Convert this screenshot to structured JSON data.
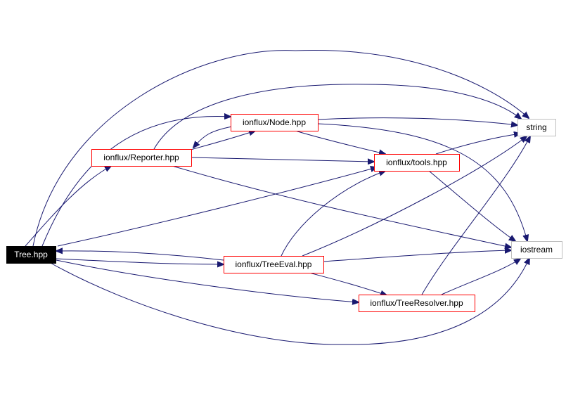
{
  "graph": {
    "nodes": [
      {
        "id": "tree",
        "label": "Tree.hpp",
        "style": "root"
      },
      {
        "id": "node",
        "label": "ionflux/Node.hpp",
        "style": "file"
      },
      {
        "id": "reporter",
        "label": "ionflux/Reporter.hpp",
        "style": "file"
      },
      {
        "id": "tools",
        "label": "ionflux/tools.hpp",
        "style": "file"
      },
      {
        "id": "string",
        "label": "string",
        "style": "system"
      },
      {
        "id": "iostream",
        "label": "iostream",
        "style": "system"
      },
      {
        "id": "treeeval",
        "label": "ionflux/TreeEval.hpp",
        "style": "file"
      },
      {
        "id": "treeresolver",
        "label": "ionflux/TreeResolver.hpp",
        "style": "file"
      }
    ],
    "edges": [
      {
        "from": "tree",
        "to": "string"
      },
      {
        "from": "tree",
        "to": "node"
      },
      {
        "from": "tree",
        "to": "reporter"
      },
      {
        "from": "tree",
        "to": "tools"
      },
      {
        "from": "tree",
        "to": "treeeval"
      },
      {
        "from": "tree",
        "to": "treeresolver"
      },
      {
        "from": "tree",
        "to": "iostream"
      },
      {
        "from": "reporter",
        "to": "string"
      },
      {
        "from": "reporter",
        "to": "node"
      },
      {
        "from": "reporter",
        "to": "tools"
      },
      {
        "from": "reporter",
        "to": "iostream"
      },
      {
        "from": "node",
        "to": "reporter"
      },
      {
        "from": "node",
        "to": "string"
      },
      {
        "from": "node",
        "to": "tools"
      },
      {
        "from": "node",
        "to": "iostream"
      },
      {
        "from": "tools",
        "to": "string"
      },
      {
        "from": "tools",
        "to": "iostream"
      },
      {
        "from": "treeeval",
        "to": "tree"
      },
      {
        "from": "treeeval",
        "to": "tools"
      },
      {
        "from": "treeeval",
        "to": "string"
      },
      {
        "from": "treeeval",
        "to": "iostream"
      },
      {
        "from": "treeeval",
        "to": "treeresolver"
      },
      {
        "from": "treeresolver",
        "to": "string"
      },
      {
        "from": "treeresolver",
        "to": "iostream"
      }
    ]
  },
  "colors": {
    "edge": "#191970",
    "file_border": "#ff0000",
    "system_border": "#bfbfbf",
    "root_fill": "#000000",
    "root_text": "#ffffff",
    "text": "#000000"
  }
}
